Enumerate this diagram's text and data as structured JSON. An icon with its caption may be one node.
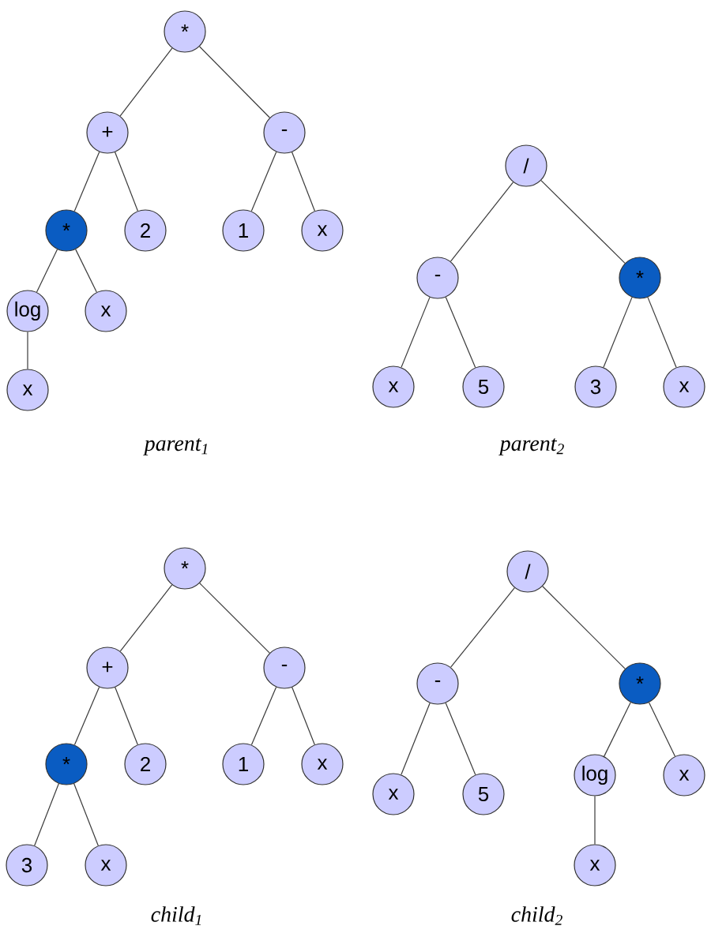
{
  "diagram": {
    "nodes": [
      {
        "text": [
          "*"
        ]
      },
      {
        "text": [
          "+"
        ]
      },
      {
        "text": [
          "-"
        ]
      },
      {
        "text": [
          "*"
        ]
      },
      {
        "text": [
          "2"
        ]
      },
      {
        "text": [
          "1"
        ]
      },
      {
        "text": [
          "x"
        ]
      },
      {
        "text": [
          "log"
        ]
      },
      {
        "text": [
          "x"
        ]
      },
      {
        "text": [
          "x"
        ]
      },
      {
        "text": [
          "/"
        ]
      },
      {
        "text": [
          "-"
        ]
      },
      {
        "text": [
          "*"
        ]
      },
      {
        "text": [
          "x"
        ]
      },
      {
        "text": [
          "5"
        ]
      },
      {
        "text": [
          "3"
        ]
      },
      {
        "text": [
          "x"
        ]
      },
      {
        "text": [
          "*"
        ]
      },
      {
        "text": [
          "+"
        ]
      },
      {
        "text": [
          "-"
        ]
      },
      {
        "text": [
          "*"
        ]
      },
      {
        "text": [
          "2"
        ]
      },
      {
        "text": [
          "1"
        ]
      },
      {
        "text": [
          "x"
        ]
      },
      {
        "text": [
          "3"
        ]
      },
      {
        "text": [
          "x"
        ]
      },
      {
        "text": [
          "/"
        ]
      },
      {
        "text": [
          "-"
        ]
      },
      {
        "text": [
          "*"
        ]
      },
      {
        "text": [
          "x"
        ]
      },
      {
        "text": [
          "5"
        ]
      },
      {
        "text": [
          "log"
        ]
      },
      {
        "text": [
          "x"
        ]
      },
      {
        "text": [
          "x"
        ]
      }
    ],
    "edges": [
      {
        "from": 0,
        "to": 1,
        "arrow": "none"
      },
      {
        "from": 0,
        "to": 2,
        "arrow": "none"
      },
      {
        "from": 1,
        "to": 3,
        "arrow": "none"
      },
      {
        "from": 1,
        "to": 4,
        "arrow": "none"
      },
      {
        "from": 2,
        "to": 5,
        "arrow": "none"
      },
      {
        "from": 2,
        "to": 6,
        "arrow": "none"
      },
      {
        "from": 3,
        "to": 7,
        "arrow": "none"
      },
      {
        "from": 3,
        "to": 8,
        "arrow": "none"
      },
      {
        "from": 7,
        "to": 9,
        "arrow": "none"
      },
      {
        "from": 10,
        "to": 11,
        "arrow": "none"
      },
      {
        "from": 10,
        "to": 12,
        "arrow": "none"
      },
      {
        "from": 11,
        "to": 13,
        "arrow": "none"
      },
      {
        "from": 11,
        "to": 14,
        "arrow": "none"
      },
      {
        "from": 12,
        "to": 15,
        "arrow": "none"
      },
      {
        "from": 12,
        "to": 16,
        "arrow": "none"
      },
      {
        "from": 17,
        "to": 18,
        "arrow": "none"
      },
      {
        "from": 17,
        "to": 19,
        "arrow": "none"
      },
      {
        "from": 18,
        "to": 20,
        "arrow": "none"
      },
      {
        "from": 18,
        "to": 21,
        "arrow": "none"
      },
      {
        "from": 19,
        "to": 22,
        "arrow": "none"
      },
      {
        "from": 19,
        "to": 23,
        "arrow": "none"
      },
      {
        "from": 20,
        "to": 24,
        "arrow": "none"
      },
      {
        "from": 20,
        "to": 25,
        "arrow": "none"
      },
      {
        "from": 26,
        "to": 27,
        "arrow": "none"
      },
      {
        "from": 26,
        "to": 28,
        "arrow": "none"
      },
      {
        "from": 27,
        "to": 29,
        "arrow": "none"
      },
      {
        "from": 27,
        "to": 30,
        "arrow": "none"
      },
      {
        "from": 28,
        "to": 31,
        "arrow": "none"
      },
      {
        "from": 28,
        "to": 32,
        "arrow": "none"
      },
      {
        "from": 31,
        "to": 33,
        "arrow": "none"
      }
    ],
    "labels": [
      "parent$_{1}$",
      "parent$_{2}$",
      "child$_{1}$",
      "child$_{2}$"
    ]
  }
}
